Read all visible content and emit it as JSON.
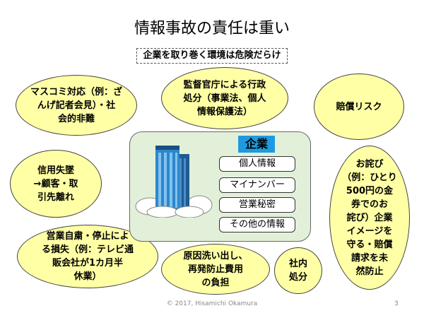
{
  "slide": {
    "title": "情報事故の責任は重い",
    "subtitle": "企業を取り巻く環境は危険だらけ",
    "bubbles": {
      "mass_media": "マスコミ対応（例：ざ\nんげ記者会見）・社\n会的非難",
      "regulator": "監督官庁による行政\n処分（事業法、個人\n情報保護法）",
      "compensation": "賠償リスク",
      "trust_loss": "信用失墜\n→顧客・取\n引先離れ",
      "apology": "お詫び\n（例：ひとり\n500円の金\n券でのお\n詫び）企業\nイメージを\n守る・賠償\n請求を未\n然防止",
      "business_suspension": "営業自粛・停止によ\nる損失（例：テレビ通\n販会社が1カ月半\n休業）",
      "investigation": "原因洗い出し、\n再発防止費用\nの負担",
      "internal_discipline": "社内\n処分"
    },
    "company": {
      "label": "企業",
      "items": [
        "個人情報",
        "マイナンバー",
        "営業秘密",
        "その他の情報"
      ]
    },
    "footer": "© 2017, Hisamichi Okamura",
    "page_number": "3"
  }
}
